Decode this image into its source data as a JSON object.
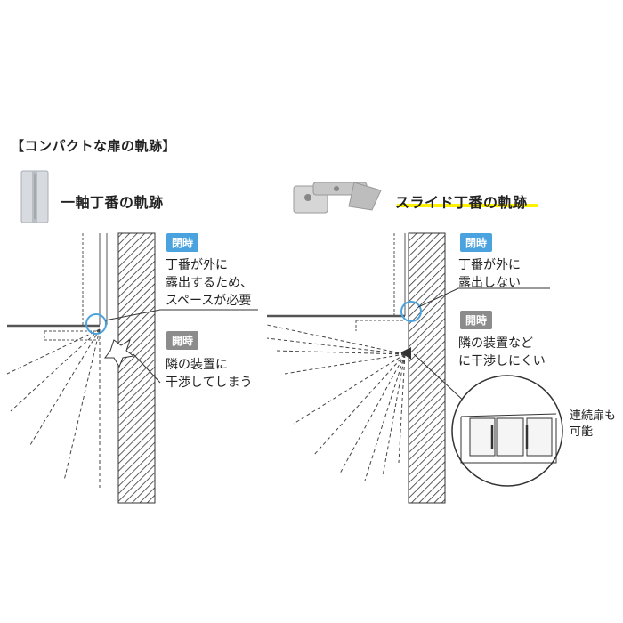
{
  "title": "【コンパクトな扉の軌跡】",
  "left": {
    "heading": "一軸丁番の軌跡",
    "closed_badge": "閉時",
    "closed_lines": [
      "丁番が外に",
      "露出するため、",
      "スペースが必要"
    ],
    "open_badge": "開時",
    "open_lines": [
      "隣の装置に",
      "干渉してしまう"
    ]
  },
  "right": {
    "heading": "スライド丁番の軌跡",
    "closed_badge": "閉時",
    "closed_lines": [
      "丁番が外に",
      "露出しない"
    ],
    "open_badge": "開時",
    "open_lines": [
      "隣の装置など",
      "に干渉しにくい"
    ],
    "inset_lines": [
      "連続扉も",
      "可能"
    ]
  },
  "colors": {
    "badge_blue": "#4aa3df",
    "badge_gray": "#8c8c8c",
    "highlight": "#fff200",
    "circle": "#4aa3df"
  },
  "icons": {
    "butt_hinge": "butt-hinge-photo",
    "slide_hinge": "slide-hinge-photo"
  }
}
